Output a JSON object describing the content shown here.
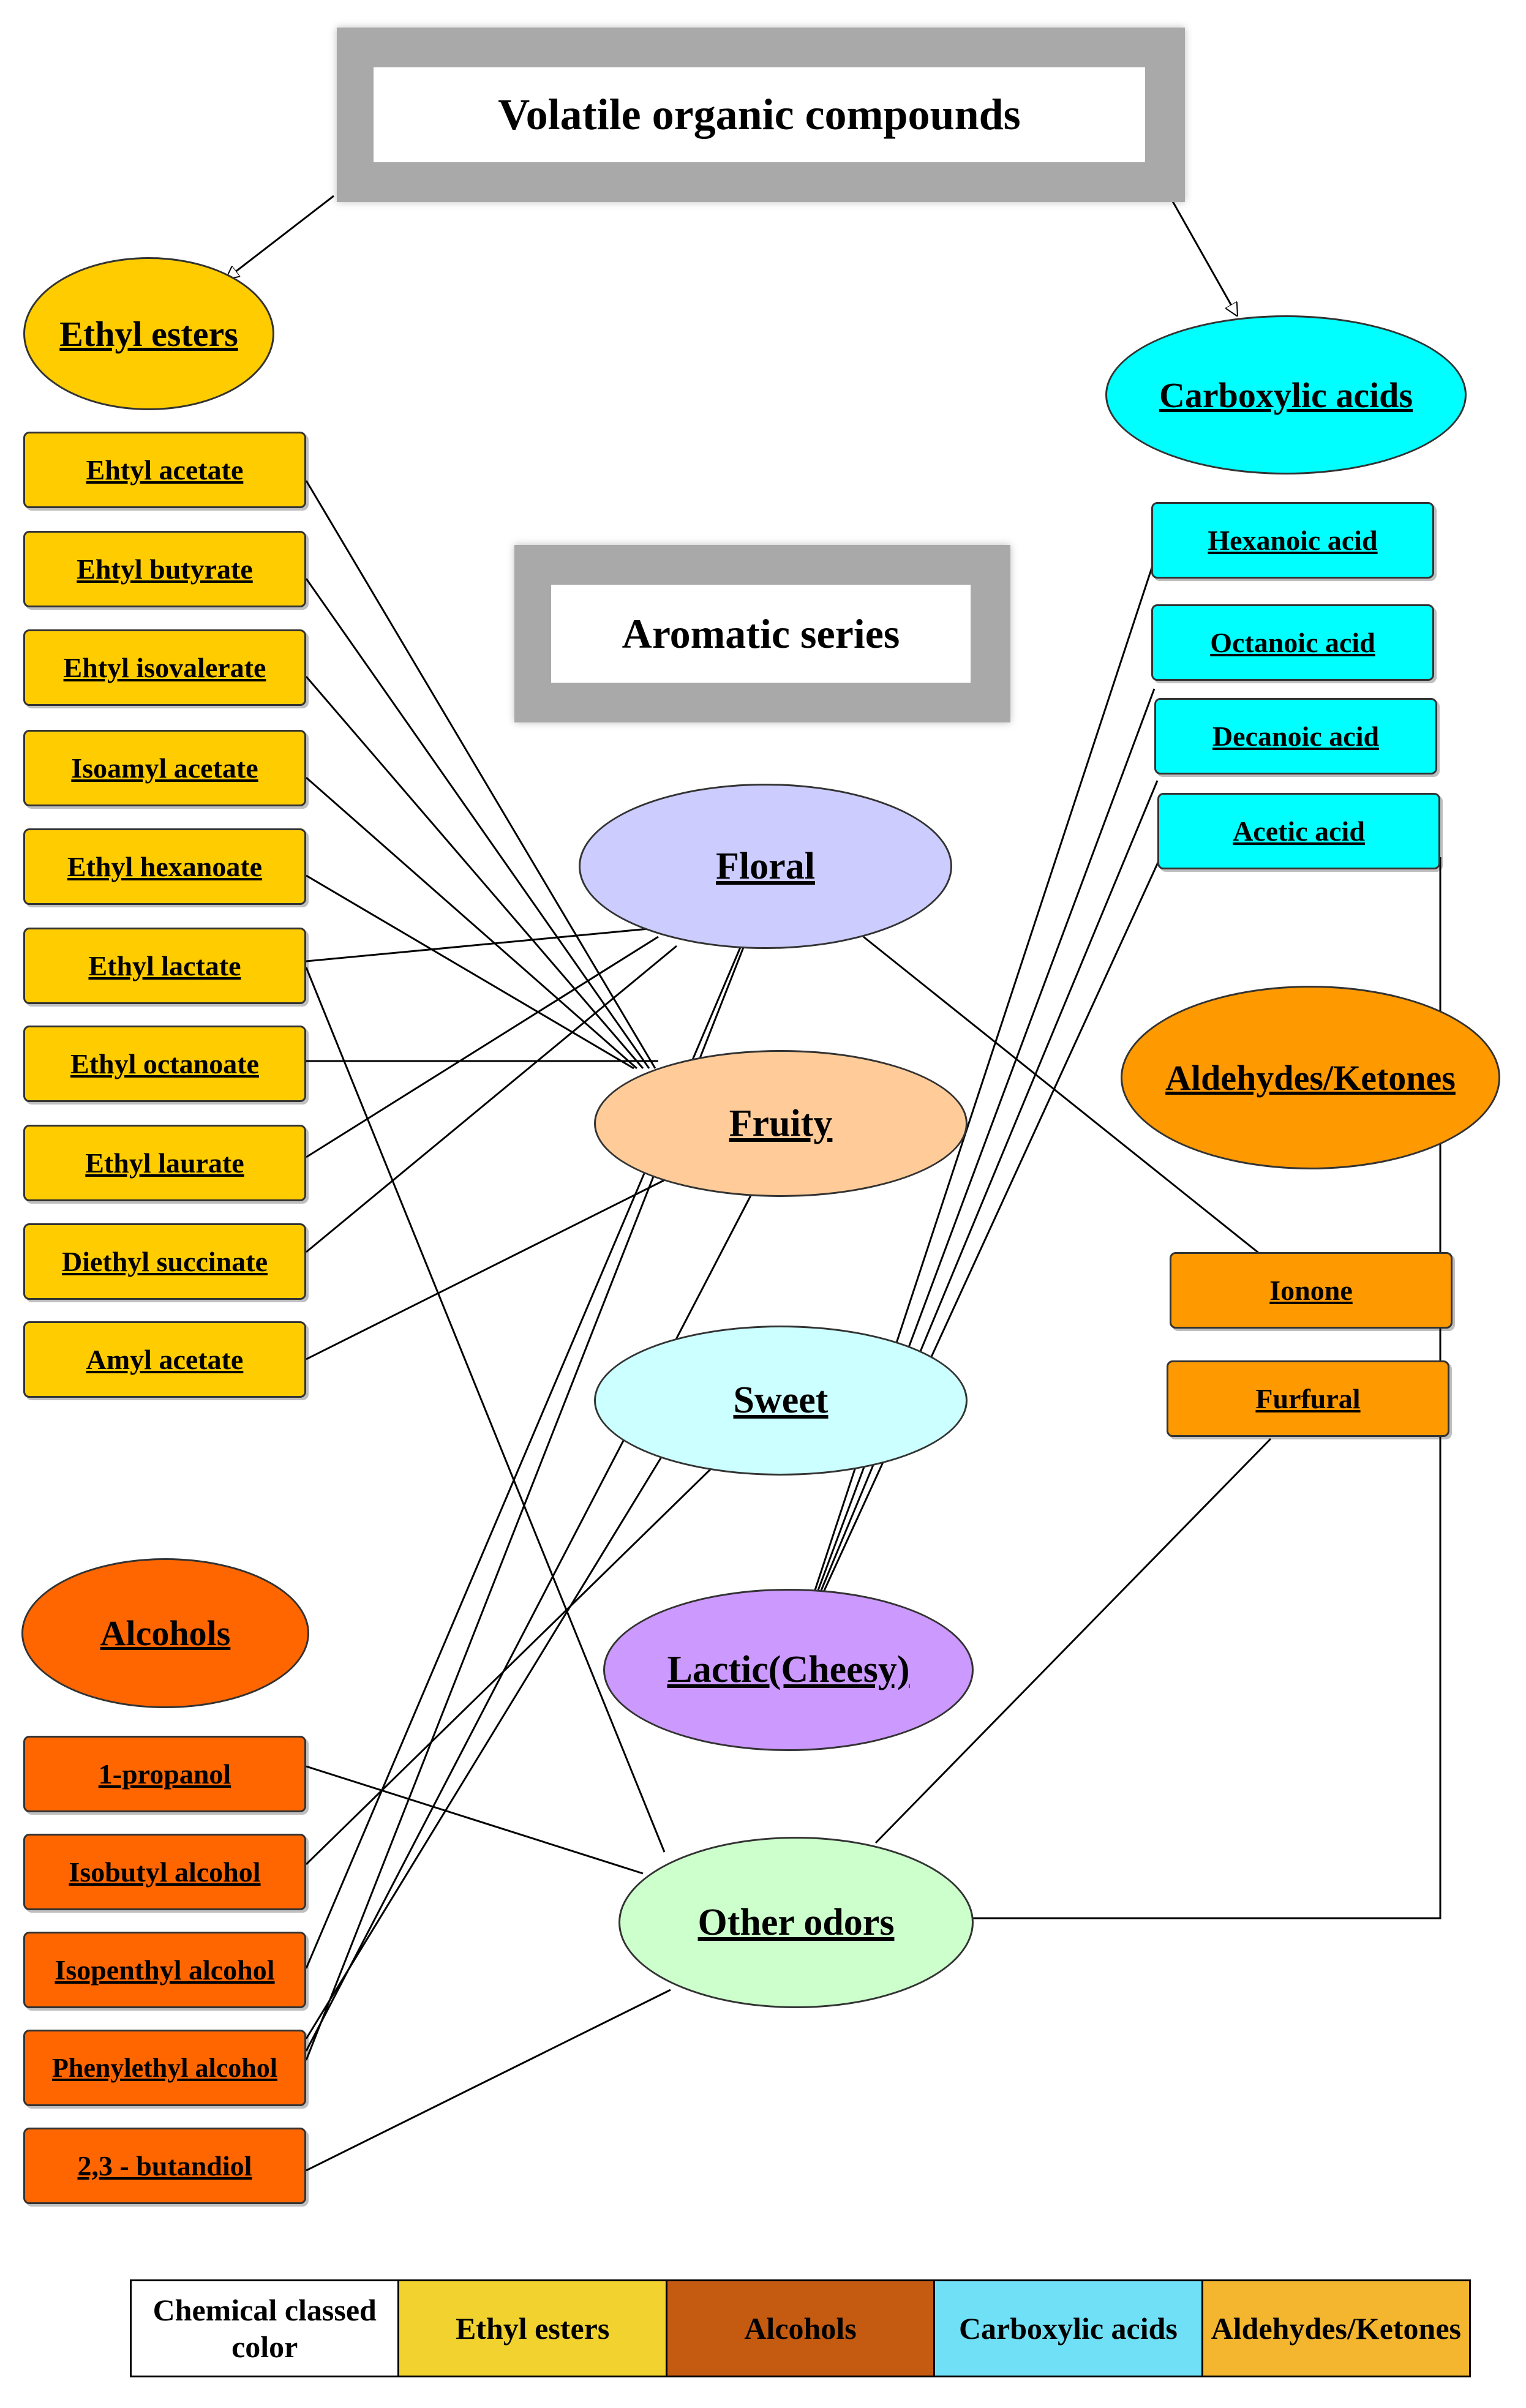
{
  "title": "Volatile organic compounds",
  "subtitle": "Aromatic series",
  "categories": {
    "ethyl_esters": "Ethyl esters",
    "carboxylic_acids": "Carboxylic acids",
    "alcohols": "Alcohols",
    "aldehydes_ketones": "Aldehydes/Ketones"
  },
  "esters": [
    "Ehtyl acetate",
    "Ehtyl butyrate",
    "Ehtyl isovalerate",
    "Isoamyl acetate",
    "Ethyl hexanoate",
    "Ethyl lactate",
    "Ethyl octanoate",
    "Ethyl laurate",
    "Diethyl succinate",
    "Amyl acetate"
  ],
  "alcohols": [
    "1-propanol",
    "Isobutyl alcohol",
    "Isopenthyl alcohol",
    "Phenylethyl alcohol",
    "2,3 - butandiol"
  ],
  "acids": [
    "Hexanoic acid",
    "Octanoic acid",
    "Decanoic acid",
    "Acetic acid"
  ],
  "aldehydes": [
    "Ionone",
    "Furfural"
  ],
  "aromas": {
    "floral": "Floral",
    "fruity": "Fruity",
    "sweet": "Sweet",
    "lactic": "Lactic(Cheesy)",
    "other": "Other odors"
  },
  "legend": {
    "header": "Chemical classed color",
    "items": [
      {
        "label": "Ethyl esters",
        "color": "#f2d22e"
      },
      {
        "label": "Alcohols",
        "color": "#c55a11"
      },
      {
        "label": "Carboxylic acids",
        "color": "#6fe0f5"
      },
      {
        "label": "Aldehydes/Ketones",
        "color": "#f4b62f"
      }
    ]
  },
  "colors": {
    "ethyl_esters": "#ffcc00",
    "alcohols": "#ff6600",
    "carboxylic_acids": "#00ffff",
    "aldehydes_ketones": "#ff9900",
    "floral": "#ccccff",
    "fruity": "#ffcc99",
    "sweet": "#ccffff",
    "lactic": "#cc99ff",
    "other": "#ccffcc"
  }
}
